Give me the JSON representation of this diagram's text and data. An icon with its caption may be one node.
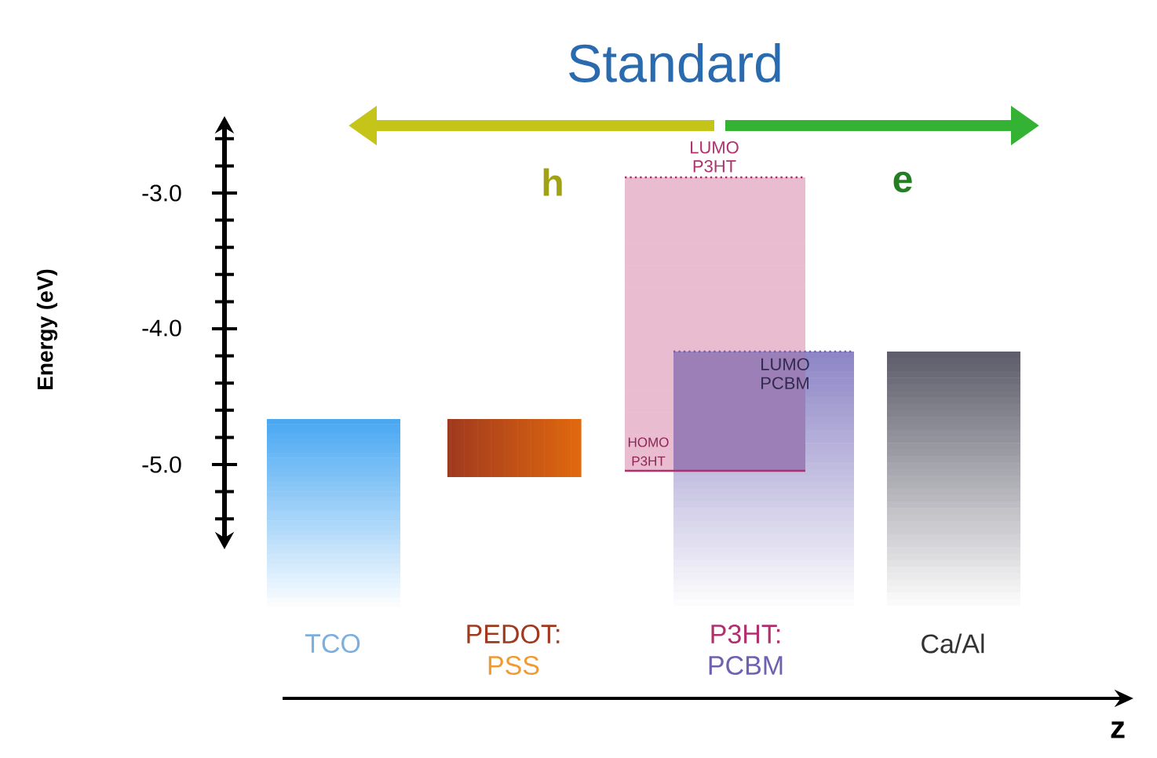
{
  "diagram": {
    "title": "Standard",
    "nodes": [
      {
        "text": [
          "TCO"
        ]
      },
      {
        "text": [
          "PEDOT:",
          "PSS"
        ]
      },
      {
        "text": [
          "LUMO P3HT",
          "HOMO P3HT"
        ]
      },
      {
        "text": [
          "LUMO PCBM",
          "P3HT:",
          "PCBM"
        ]
      },
      {
        "text": [
          "Ca/Al"
        ]
      }
    ],
    "edges": [],
    "labels": [
      "h",
      "e",
      "-3.0",
      "Energy (eV)",
      "-4.0",
      "-5.0",
      "z"
    ]
  }
}
